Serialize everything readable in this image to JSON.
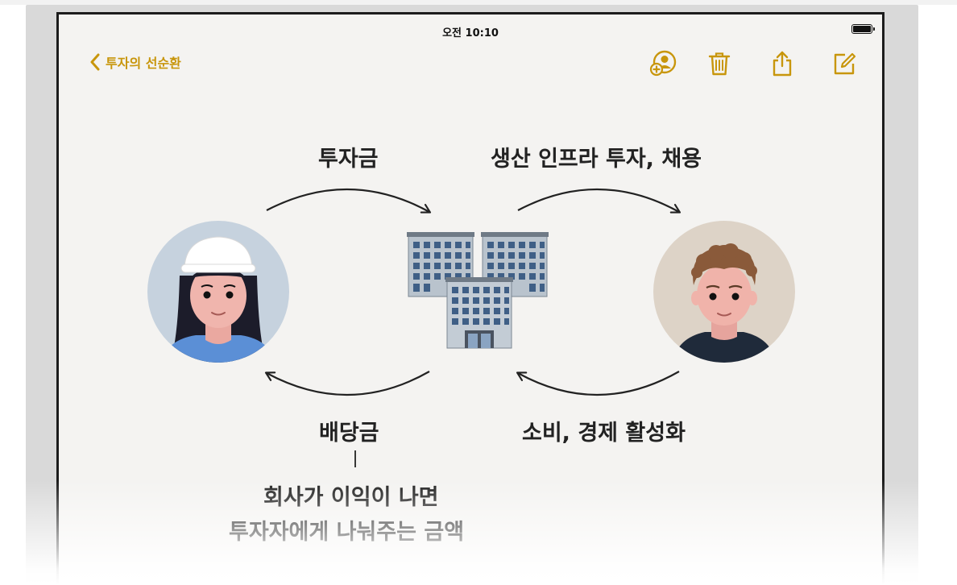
{
  "status_bar": {
    "time": "오전 10:10"
  },
  "nav": {
    "back_label": "투자의 선순환"
  },
  "toolbar": {
    "icons": [
      "add-person-icon",
      "trash-icon",
      "share-icon",
      "compose-icon"
    ],
    "accent_color": "#C8960C"
  },
  "diagram": {
    "investment_label": "투자금",
    "production_label": "생산 인프라 투자, 채용",
    "dividend_label": "배당금",
    "consumption_label": "소비, 경제 활성화",
    "note_line1": "회사가 이익이 나면",
    "note_line2": "투자자에게 나눠주는 금액",
    "nodes": [
      "investor-avatar",
      "company-buildings",
      "consumer-avatar"
    ]
  }
}
